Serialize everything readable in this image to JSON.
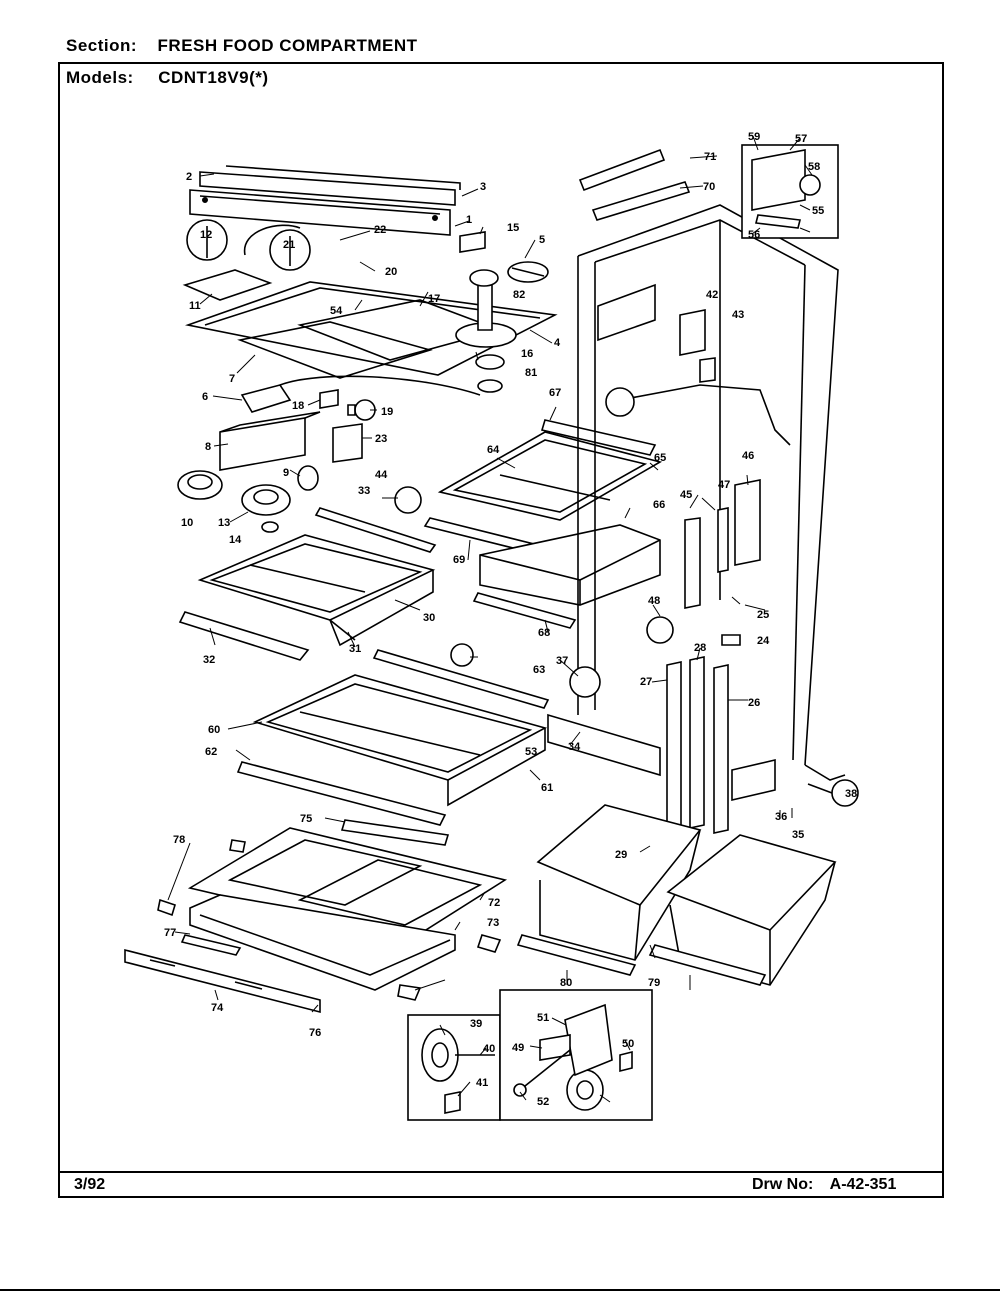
{
  "header": {
    "section_label": "Section:",
    "section_value": "FRESH FOOD COMPARTMENT",
    "models_label": "Models:",
    "models_value": "CDNT18V9(*)"
  },
  "footer": {
    "date": "3/92",
    "drawing_label": "Drw No:",
    "drawing_number": "A-42-351"
  },
  "callouts": [
    "1",
    "2",
    "3",
    "4",
    "5",
    "6",
    "7",
    "8",
    "9",
    "10",
    "11",
    "12",
    "13",
    "14",
    "15",
    "16",
    "17",
    "18",
    "19",
    "20",
    "21",
    "22",
    "23",
    "24",
    "25",
    "26",
    "27",
    "28",
    "29",
    "30",
    "31",
    "32",
    "33",
    "34",
    "35",
    "36",
    "37",
    "38",
    "39",
    "40",
    "41",
    "42",
    "43",
    "44",
    "45",
    "46",
    "47",
    "48",
    "49",
    "50",
    "51",
    "52",
    "53",
    "54",
    "55",
    "56",
    "57",
    "58",
    "59",
    "60",
    "61",
    "62",
    "63",
    "64",
    "65",
    "66",
    "67",
    "68",
    "69",
    "70",
    "71",
    "72",
    "73",
    "74",
    "75",
    "76",
    "77",
    "78",
    "79",
    "80",
    "81",
    "82"
  ]
}
